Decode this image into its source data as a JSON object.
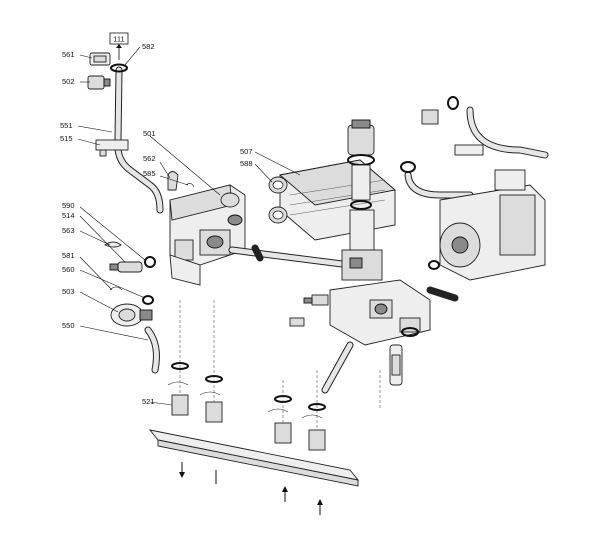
{
  "labels": {
    "l561": "561",
    "l502": "502",
    "l551": "551",
    "l515": "515",
    "l501": "501",
    "l562": "562",
    "l585": "585",
    "l590": "590",
    "l514": "514",
    "l563": "563",
    "l581": "581",
    "l560": "560",
    "l503": "503",
    "l550": "550",
    "l521": "521",
    "l582": "582",
    "l507": "507",
    "l588": "588"
  },
  "ref_box": "111"
}
